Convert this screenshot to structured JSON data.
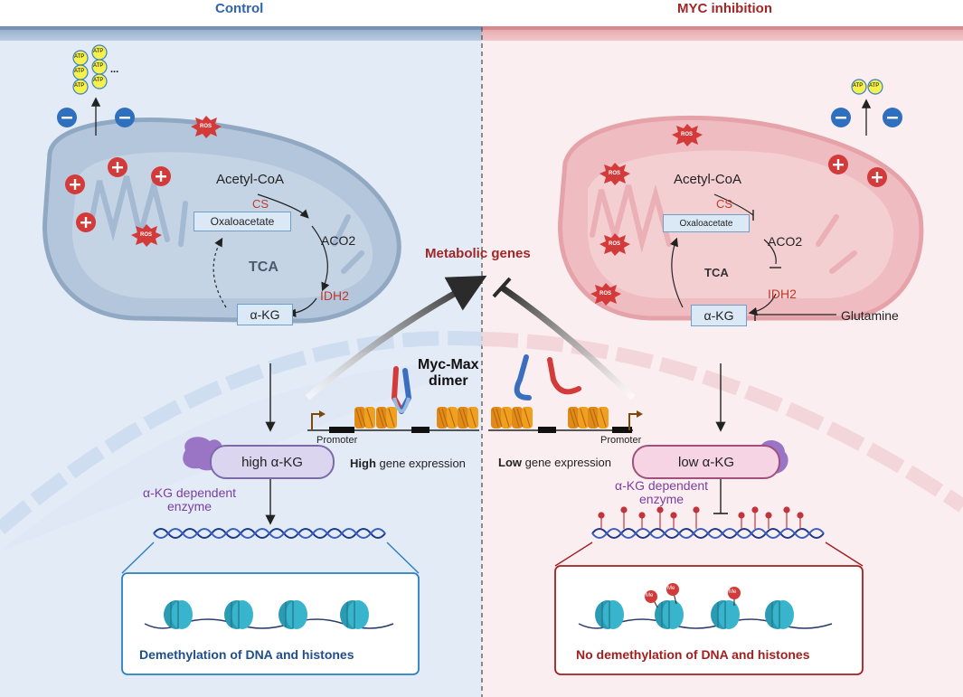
{
  "panels": {
    "control": {
      "title": "Control",
      "atp_label": "ATP",
      "ellipsis": "...",
      "ros": "ROS",
      "acetyl_coa": "Acetyl-CoA",
      "cs": "CS",
      "oxaloacetate": "Oxaloacetate",
      "aco2": "ACO2",
      "tca": "TCA",
      "idh2": "IDH2",
      "akg": "α-KG",
      "akg_level": "high α-KG",
      "enzyme": "α-KG dependent\nenzyme",
      "promoter": "Promoter",
      "expression_bold": "High",
      "expression_rest": " gene expression",
      "outcome": "Demethylation of DNA and histones"
    },
    "myc_inhibition": {
      "title": "MYC inhibition",
      "atp_label": "ATP",
      "ros": "ROS",
      "acetyl_coa": "Acetyl-CoA",
      "cs": "CS",
      "oxaloacetate": "Oxaloacetate",
      "aco2": "ACO2",
      "tca": "TCA",
      "idh2": "IDH2",
      "akg": "α-KG",
      "glutamine": "Glutamine",
      "akg_level": "low α-KG",
      "enzyme": "α-KG dependent\nenzyme",
      "promoter": "Promoter",
      "expression_bold": "Low",
      "expression_rest": " gene expression",
      "methyl_mark": "Me",
      "outcome": "No demethylation of DNA and histones"
    }
  },
  "center": {
    "metabolic_genes": "Metabolic genes",
    "myc_max": "Myc-Max\ndimer"
  },
  "colors": {
    "control_title": "#2f64ad",
    "myc_title": "#a12626",
    "red_text": "#c0392b",
    "purple_text": "#7a3fa0",
    "dark_blue": "#1f4e8c",
    "dark_red": "#a31f1f"
  }
}
